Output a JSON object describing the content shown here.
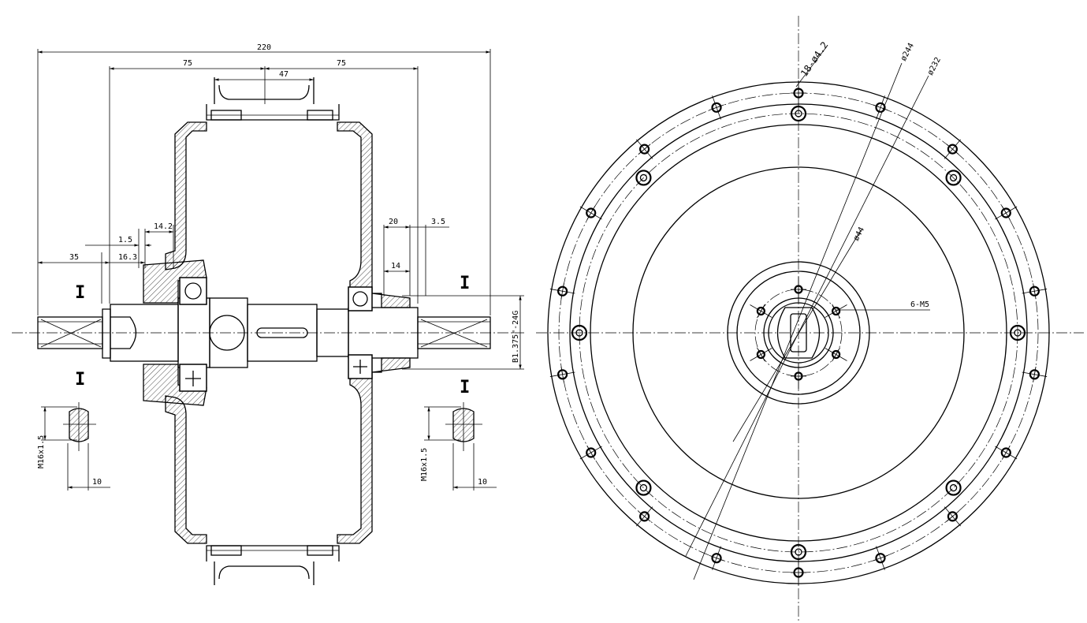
{
  "side_view": {
    "dims": {
      "overall": "220",
      "left_half": "75",
      "right_half": "75",
      "spoke_flange": "47",
      "axle_left": "35",
      "offset_16_3": "16.3",
      "offset_1_5": "1.5",
      "offset_14_2": "14.2",
      "offset_20": "20",
      "offset_3_5": "3.5",
      "offset_14": "14",
      "freewheel_thread": "B1.375\"-24G"
    },
    "section_marker_char": "I",
    "left_section": {
      "thread": "M16x1.5",
      "width": "10"
    },
    "right_section": {
      "thread": "M16x1.5",
      "width": "10"
    }
  },
  "front_view": {
    "callouts": {
      "holes": "18-ø4.2",
      "dia_244": "ø244",
      "dia_232": "ø232",
      "dia_44": "ø44",
      "tapped": "6-M5"
    }
  }
}
